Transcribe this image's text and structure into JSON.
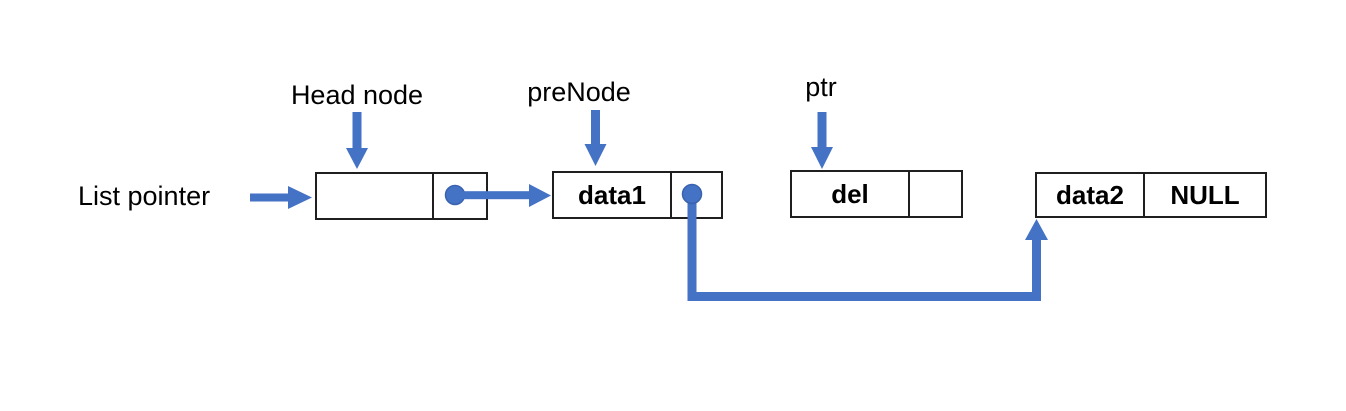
{
  "labels": {
    "list_pointer": "List pointer",
    "head_node": "Head node",
    "pre_node": "preNode",
    "ptr": "ptr"
  },
  "nodes": {
    "head": {
      "data": "",
      "next": ""
    },
    "data1": {
      "data": "data1",
      "next": ""
    },
    "del": {
      "data": "del",
      "next": ""
    },
    "data2": {
      "data": "data2",
      "next": "NULL"
    }
  },
  "colors": {
    "arrow_blue": "#4472C4",
    "box_border": "#1f1f1f",
    "text": "#000000",
    "background": "#ffffff"
  }
}
